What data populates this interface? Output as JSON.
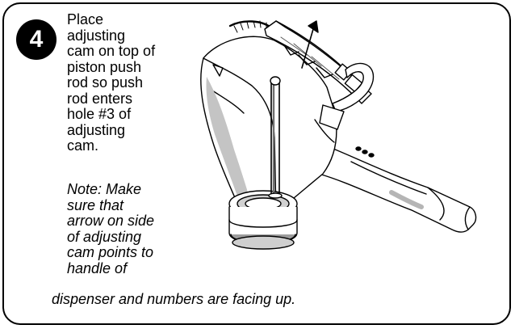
{
  "step": {
    "number": "4",
    "instruction_lines": [
      "Place",
      "adjusting",
      "cam on top of",
      "piston push",
      "rod so push",
      "rod enters",
      "hole #3 of",
      "adjusting",
      "cam."
    ],
    "note_lines": [
      "Note: Make",
      "sure that",
      "arrow on side",
      "of adjusting",
      "cam points to",
      "handle of"
    ],
    "note_tail": "dispenser and numbers are facing up."
  },
  "illustration": {
    "subject": "dispenser-with-adjusting-cam",
    "line_color": "#000000",
    "shade_color": "#b5b5b5"
  }
}
